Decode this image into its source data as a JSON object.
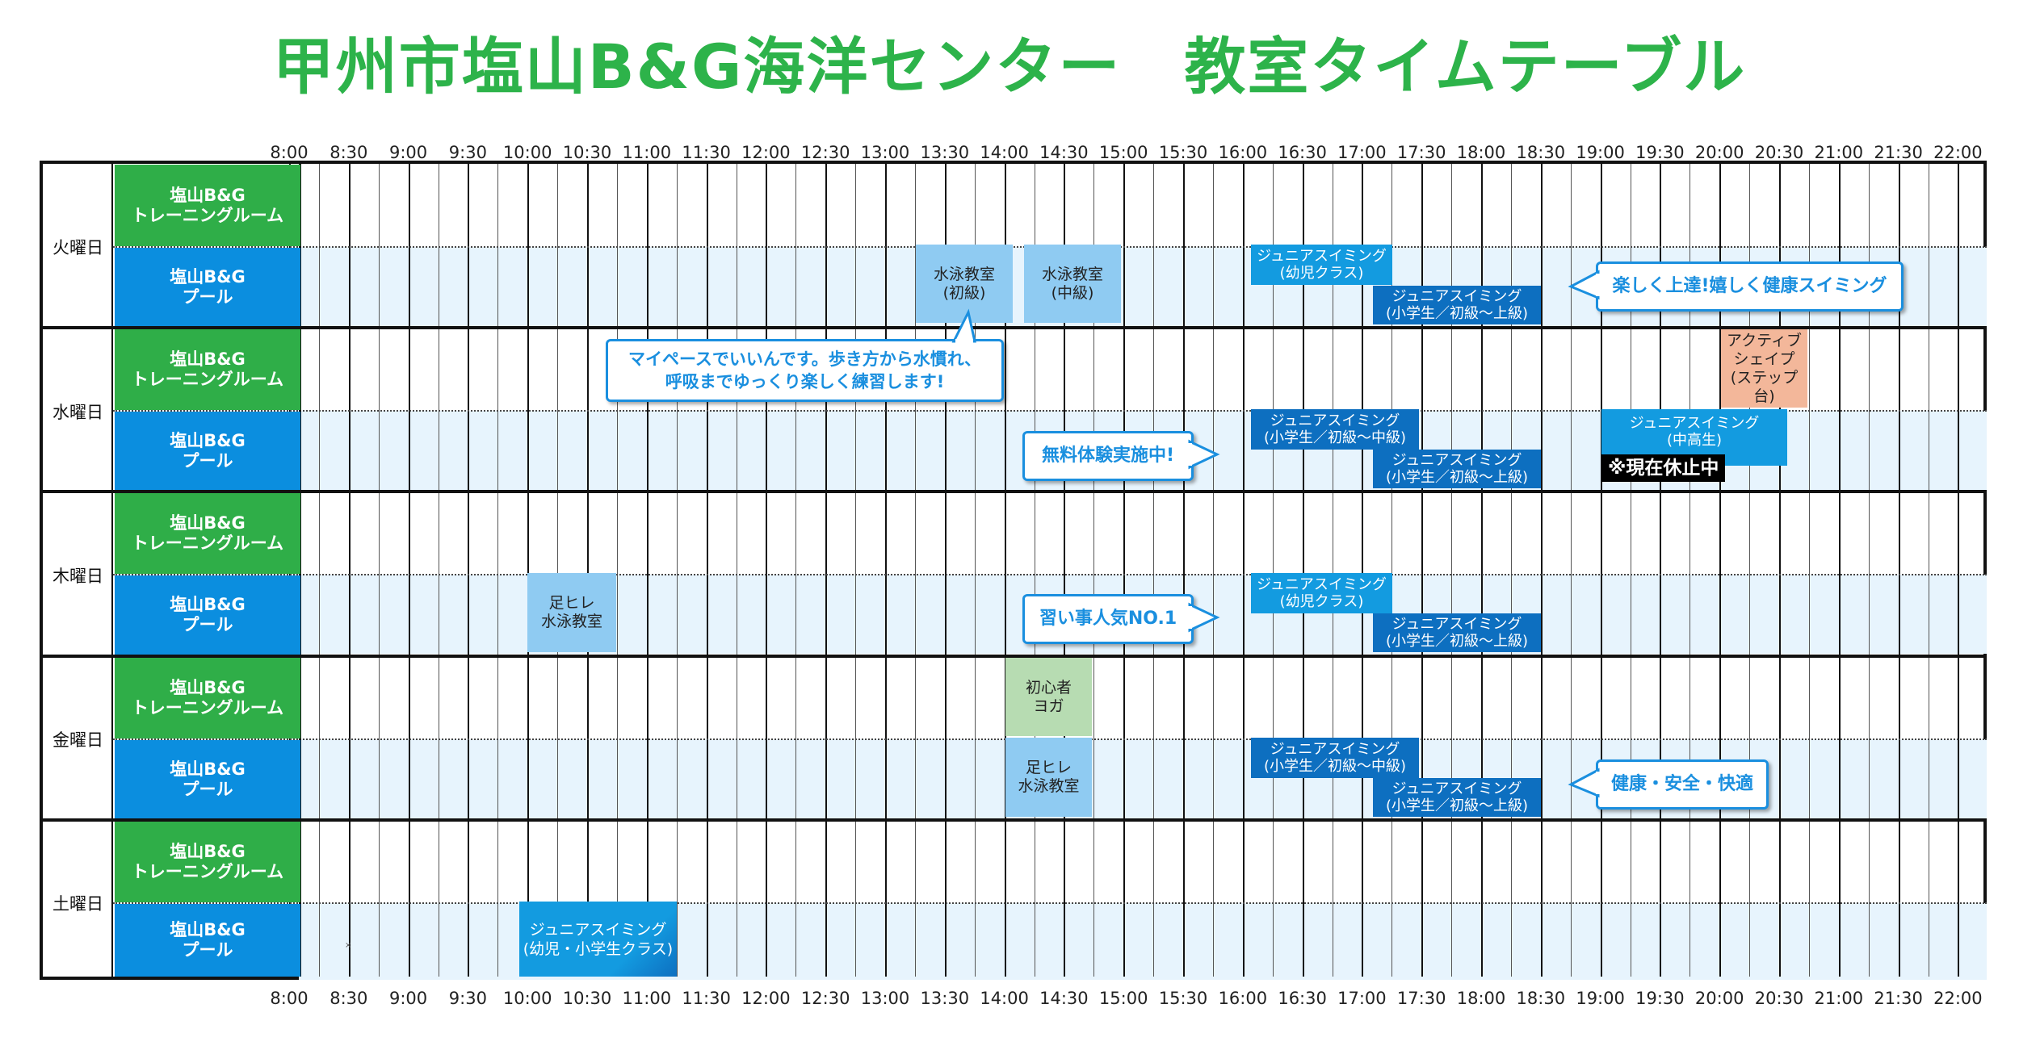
{
  "title": "甲州市塩山B&G海洋センター　教室タイムテーブル",
  "time_labels": [
    "8:00",
    "8:30",
    "9:00",
    "9:30",
    "10:00",
    "10:30",
    "11:00",
    "11:30",
    "12:00",
    "12:30",
    "13:00",
    "13:30",
    "14:00",
    "14:30",
    "15:00",
    "15:30",
    "16:00",
    "16:30",
    "17:00",
    "17:30",
    "18:00",
    "18:30",
    "19:00",
    "19:30",
    "20:00",
    "20:30",
    "21:00",
    "21:30",
    "22:00"
  ],
  "facilities": {
    "gym_line1": "塩山B&G",
    "gym_line2": "トレーニングルーム",
    "pool_line1": "塩山B&G",
    "pool_line2": "プール"
  },
  "days": [
    "火曜日",
    "水曜日",
    "木曜日",
    "金曜日",
    "土曜日"
  ],
  "classes": {
    "tue_swim_beginner": {
      "line1": "水泳教室",
      "line2": "(初級)"
    },
    "tue_swim_intermediate": {
      "line1": "水泳教室",
      "line2": "(中級)"
    },
    "tue_junior_infant": {
      "line1": "ジュニアスイミング",
      "line2": "(幼児クラス)"
    },
    "tue_junior_elem": {
      "line1": "ジュニアスイミング",
      "line2": "(小学生／初級〜上級)"
    },
    "wed_active_shape": {
      "line1": "アクティブ",
      "line2": "シェイプ",
      "line3": "(ステップ台)"
    },
    "wed_junior_elem_mid": {
      "line1": "ジュニアスイミング",
      "line2": "(小学生／初級〜中級)"
    },
    "wed_junior_elem": {
      "line1": "ジュニアスイミング",
      "line2": "(小学生／初級〜上級)"
    },
    "wed_junior_high": {
      "line1": "ジュニアスイミング",
      "line2": "(中高生)"
    },
    "wed_suspended": "※現在休止中",
    "thu_fin_swim": {
      "line1": "足ヒレ",
      "line2": "水泳教室"
    },
    "thu_junior_infant": {
      "line1": "ジュニアスイミング",
      "line2": "(幼児クラス)"
    },
    "thu_junior_elem": {
      "line1": "ジュニアスイミング",
      "line2": "(小学生／初級〜上級)"
    },
    "fri_yoga": {
      "line1": "初心者",
      "line2": "ヨガ"
    },
    "fri_fin_swim": {
      "line1": "足ヒレ",
      "line2": "水泳教室"
    },
    "fri_junior_elem_mid": {
      "line1": "ジュニアスイミング",
      "line2": "(小学生／初級〜中級)"
    },
    "fri_junior_elem": {
      "line1": "ジュニアスイミング",
      "line2": "(小学生／初級〜上級)"
    },
    "sat_junior": {
      "line1": "ジュニアスイミング",
      "line2": "(幼児・小学生クラス)"
    }
  },
  "callouts": {
    "tue": "楽しく上達!嬉しく健康スイミング",
    "mypace_line1": "マイペースでいいんです。歩き方から水慣れ、",
    "mypace_line2": "呼吸までゆっくり楽しく練習します!",
    "wed": "無料体験実施中!",
    "thu": "習い事人気NO.1",
    "fri": "健康・安全・快適"
  },
  "small_mark": "×",
  "colors": {
    "title_green": "#2db34a",
    "gym_green": "#2fae48",
    "pool_blue": "#0b8edf",
    "class_light": "#8fcbf2",
    "class_mid": "#139be0",
    "class_dark": "#0d6fc0",
    "yoga_green": "#b7dcb2",
    "active_orange": "#f3b79a",
    "callout_blue": "#1a8fdf"
  }
}
